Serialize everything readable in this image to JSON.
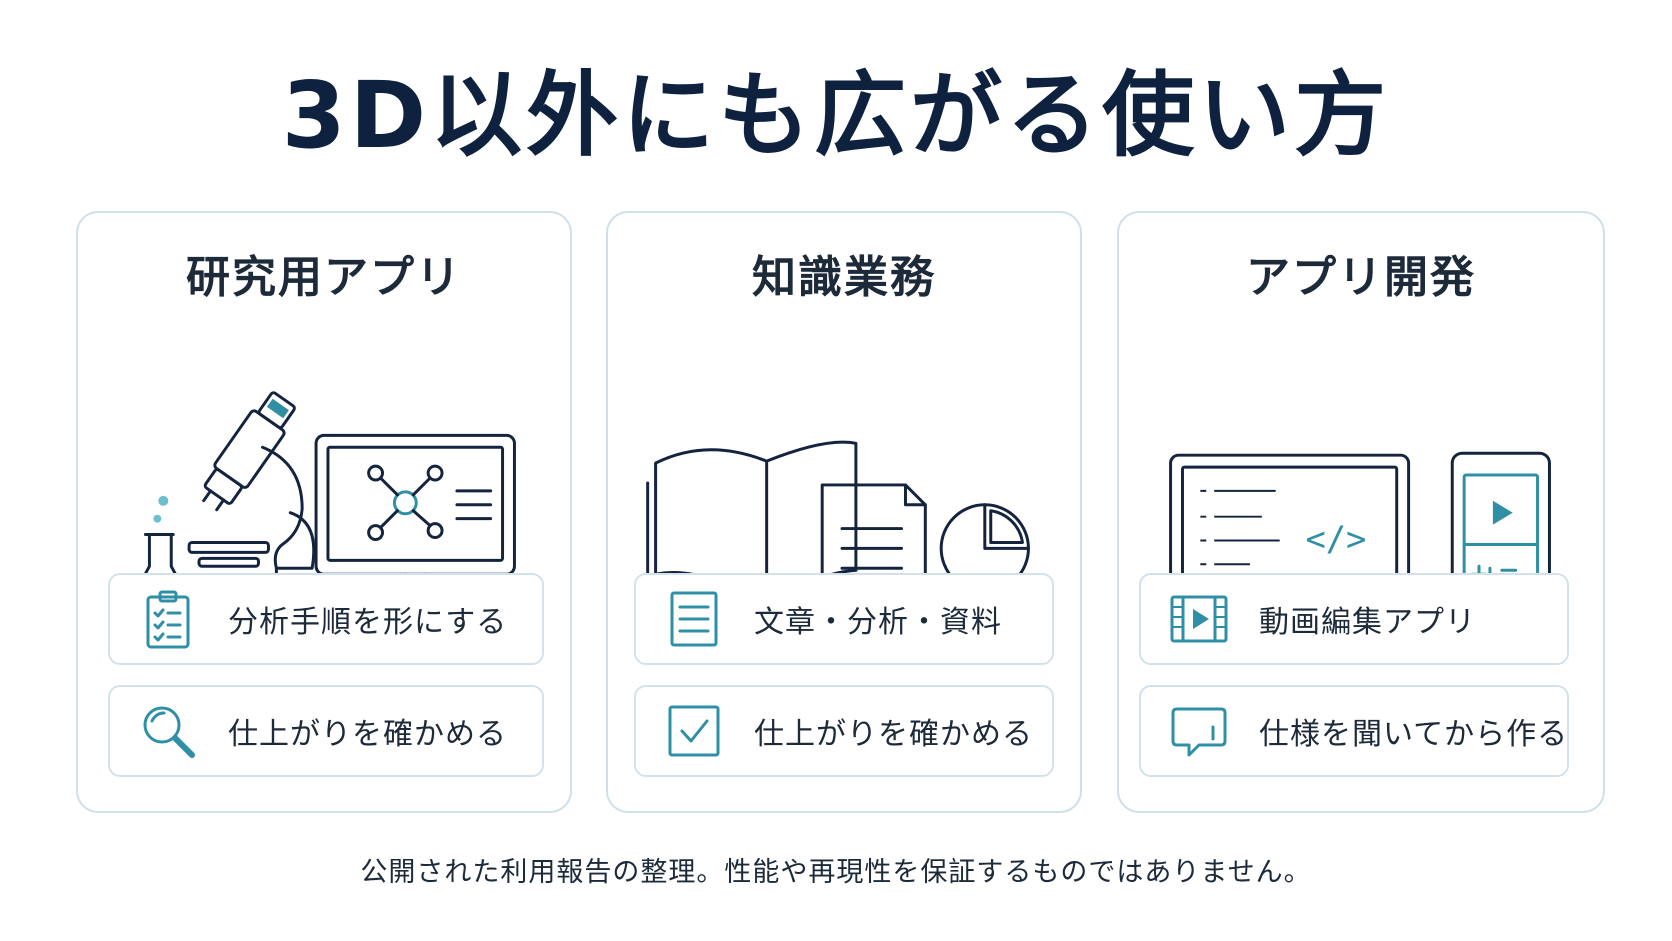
{
  "title": "3D以外にも広がる使い方",
  "cards": [
    {
      "title": "研究用アプリ",
      "illustration": "microscope-flask-monitor-icon",
      "items": [
        {
          "icon": "clipboard-checklist-icon",
          "label": "分析手順を形にする"
        },
        {
          "icon": "magnifier-icon",
          "label": "仕上がりを確かめる"
        }
      ]
    },
    {
      "title": "知識業務",
      "illustration": "book-document-pie-icon",
      "items": [
        {
          "icon": "document-lines-icon",
          "label": "文章・分析・資料"
        },
        {
          "icon": "checkbox-icon",
          "label": "仕上がりを確かめる"
        }
      ]
    },
    {
      "title": "アプリ開発",
      "illustration": "laptop-phone-code-icon",
      "items": [
        {
          "icon": "video-film-icon",
          "label": "動画編集アプリ"
        },
        {
          "icon": "chat-bubble-icon",
          "label": "仕様を聞いてから作る"
        }
      ]
    }
  ],
  "footer": "公開された利用報告の整理。性能や再現性を保証するものではありません。",
  "colors": {
    "navy": "#0e2240",
    "teal": "#2f8fa4",
    "border": "#cfe0e8"
  }
}
